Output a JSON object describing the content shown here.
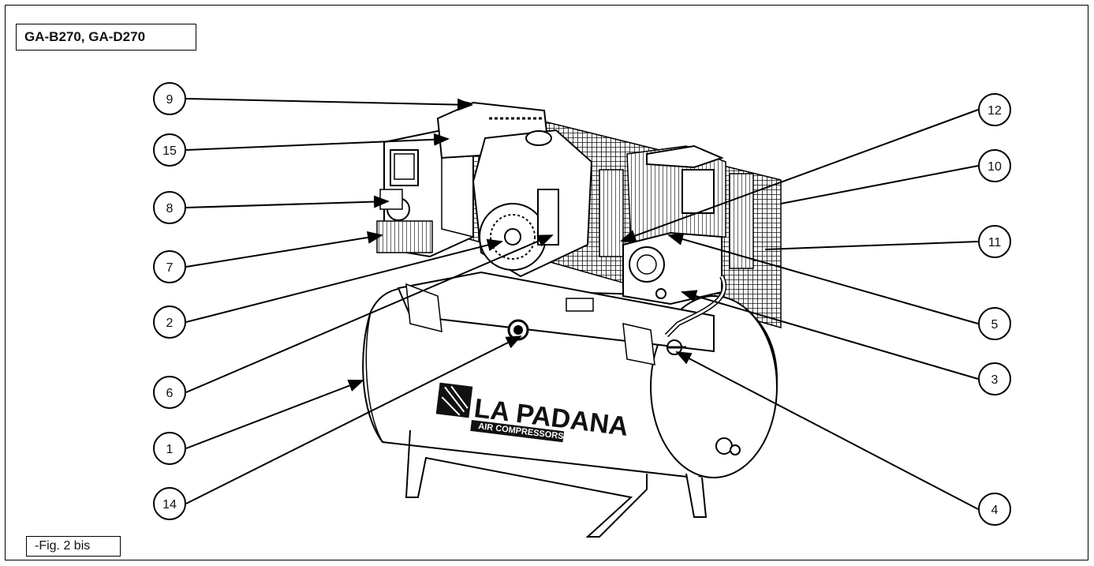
{
  "model_label": "GA-B270, GA-D270",
  "figure_label": "-Fig. 2 bis",
  "brand": {
    "name": "LA PADANA",
    "tagline": "AIR COMPRESSORS"
  },
  "callouts": [
    "1",
    "2",
    "3",
    "4",
    "5",
    "6",
    "7",
    "8",
    "9",
    "10",
    "11",
    "12",
    "14",
    "15"
  ]
}
